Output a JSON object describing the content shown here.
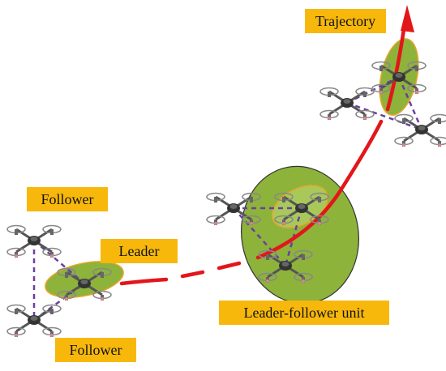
{
  "labels": {
    "trajectory": "Trajectory",
    "follower_top": "Follower",
    "leader": "Leader",
    "follower_bottom": "Follower",
    "unit": "Leader-follower unit"
  },
  "colors": {
    "label_bg": "#f7b80b",
    "trajectory": "#e3161a",
    "link": "#6b3fa0",
    "ellipse_fill": "#8db33a",
    "ellipse_stroke": "#e8a52a",
    "drone_body": "#3a3a3a",
    "rotor": "#9a9a9a"
  },
  "icons": [
    "quadcopter-drone-icon",
    "trajectory-arrow-icon"
  ]
}
